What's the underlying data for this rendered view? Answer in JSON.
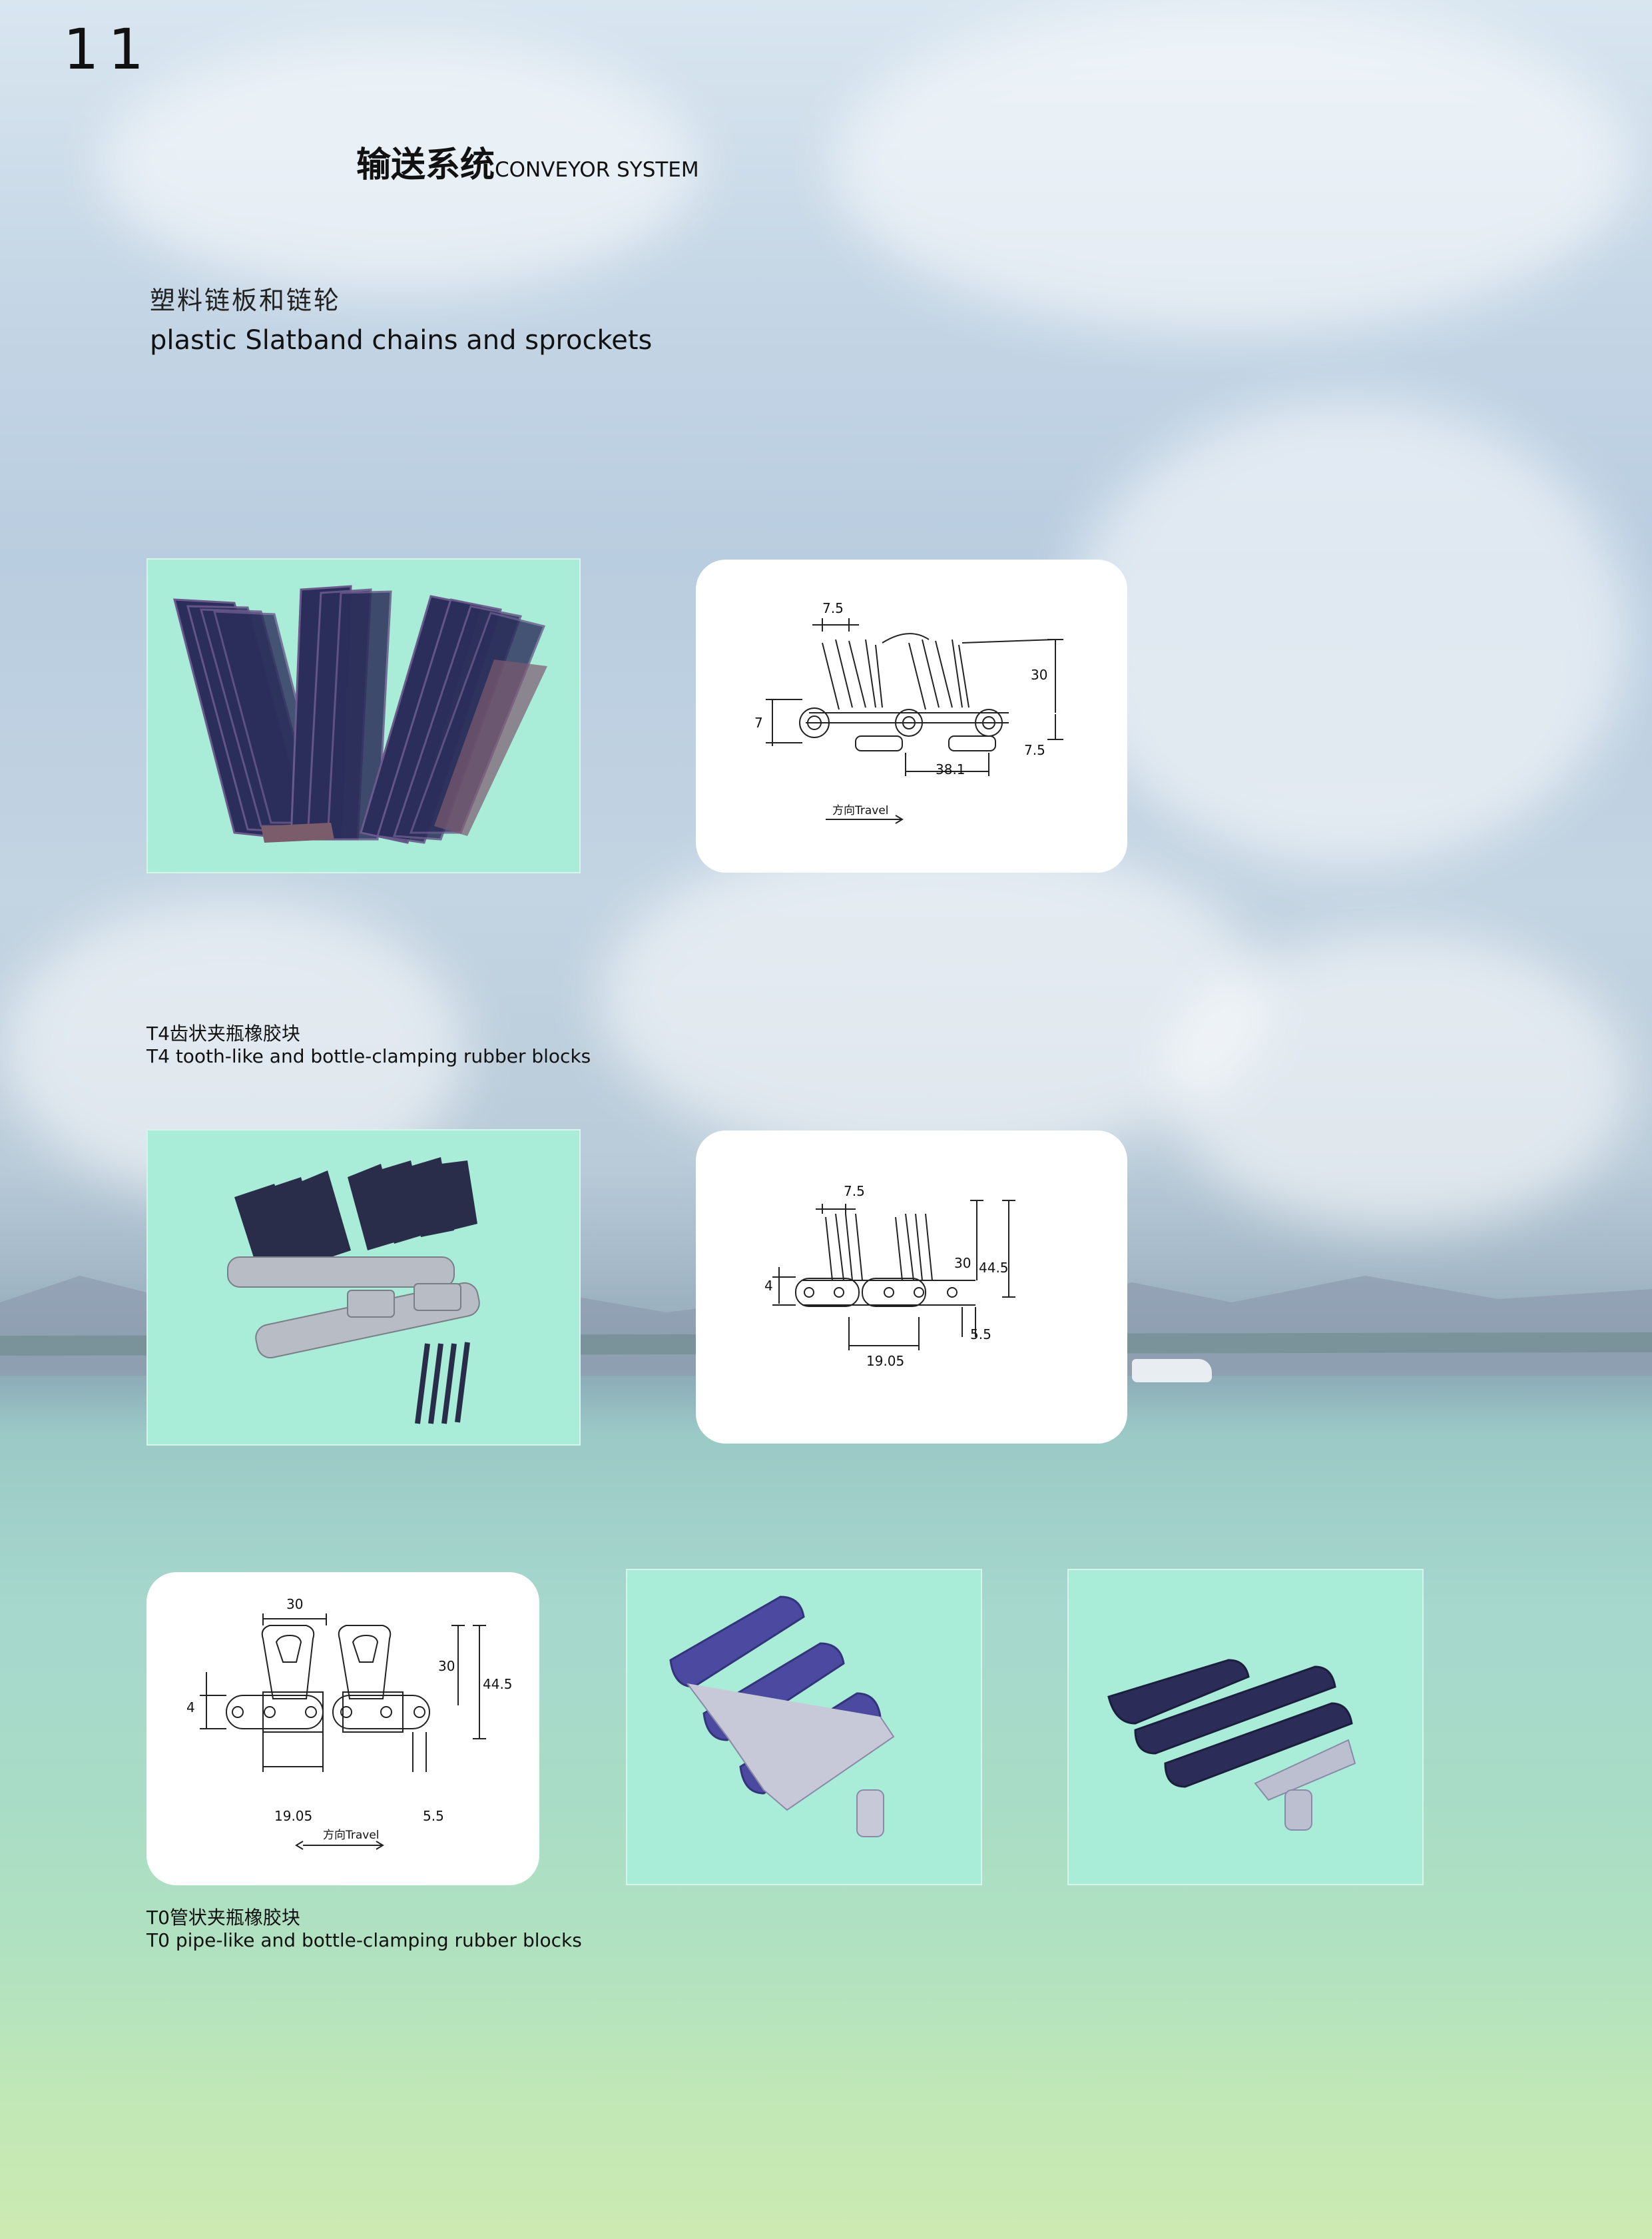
{
  "page_number": "11",
  "header": {
    "title_cn": "输送系统",
    "title_en": "CONVEYOR SYSTEM"
  },
  "section": {
    "title_cn": "塑料链板和链轮",
    "title_en": "plastic Slatband chains and sprockets"
  },
  "items": [
    {
      "caption_cn": "T4齿状夹瓶橡胶块",
      "caption_en": "T4 tooth-like and bottle-clamping rubber blocks"
    },
    {
      "caption_cn": "T0管状夹瓶橡胶块",
      "caption_en": "T0 pipe-like and bottle-clamping rubber blocks"
    }
  ],
  "drawings": {
    "d1": {
      "pitch_top": "7.5",
      "height": "30",
      "left_height": "7",
      "bottom_gap": "7.5",
      "pitch": "38.1",
      "travel": "方向Travel"
    },
    "d2": {
      "pitch_top": "7.5",
      "height": "30",
      "total": "44.5",
      "left_height": "4",
      "bottom_gap": "5.5",
      "pitch": "19.05"
    },
    "d3": {
      "width": "30",
      "height": "30",
      "total": "44.5",
      "left_height": "4",
      "pitch": "19.05",
      "bottom_gap": "5.5",
      "travel": "方向Travel"
    }
  },
  "colors": {
    "photo_bg": "#a9ecd8",
    "block_dark": "#2a2d55",
    "block_blue": "#4a4aa0",
    "chain_grey": "#b9bcc4"
  }
}
